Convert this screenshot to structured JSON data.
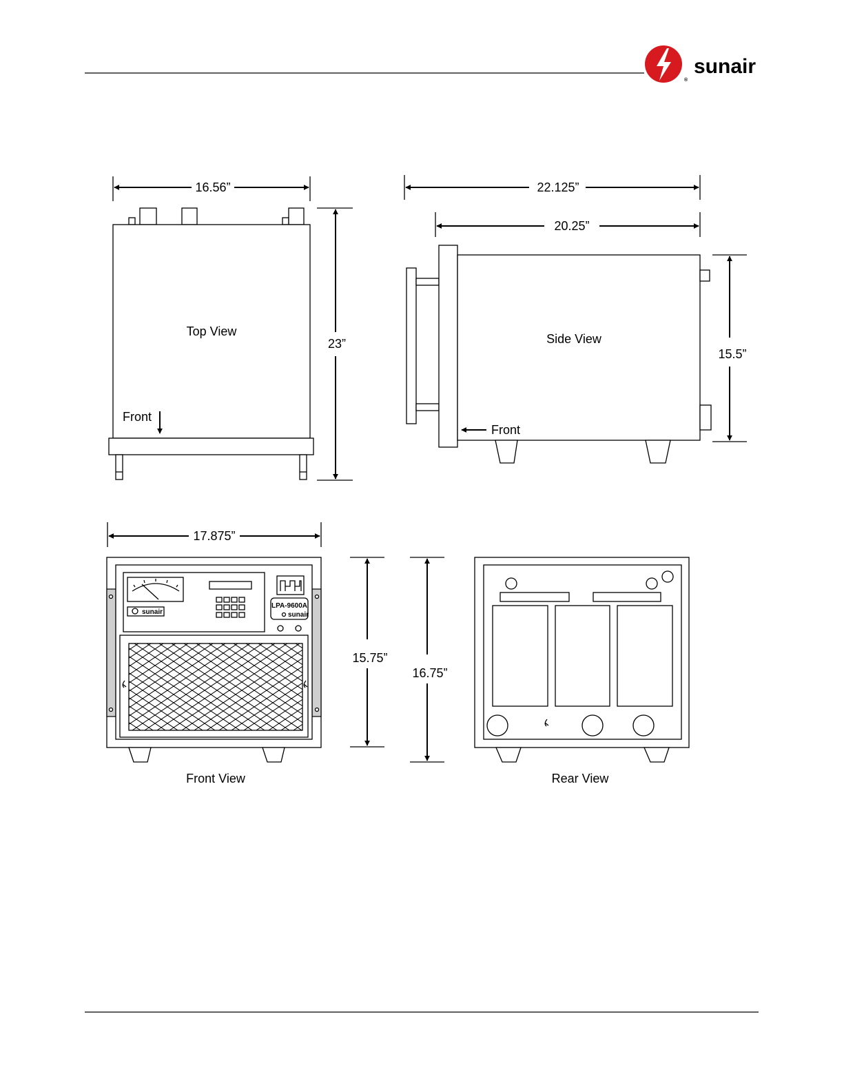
{
  "brand": {
    "name": "sunair",
    "registered": "®",
    "color": "#d71920"
  },
  "views": {
    "top": {
      "title": "Top View",
      "front_label": "Front",
      "width_dim": "16.56”",
      "depth_dim": "23”"
    },
    "side": {
      "title": "Side View",
      "front_label": "Front",
      "overall_length_dim": "22.125”",
      "body_length_dim": "20.25”",
      "height_dim": "15.5”"
    },
    "front": {
      "title": "Front View",
      "width_dim": "17.875”",
      "height_dim": "15.75”",
      "overall_height_dim": "16.75”",
      "panel_brand": "sunair",
      "model_label": "LPA-9600A",
      "model_brand": "sunair"
    },
    "rear": {
      "title": "Rear View"
    }
  }
}
